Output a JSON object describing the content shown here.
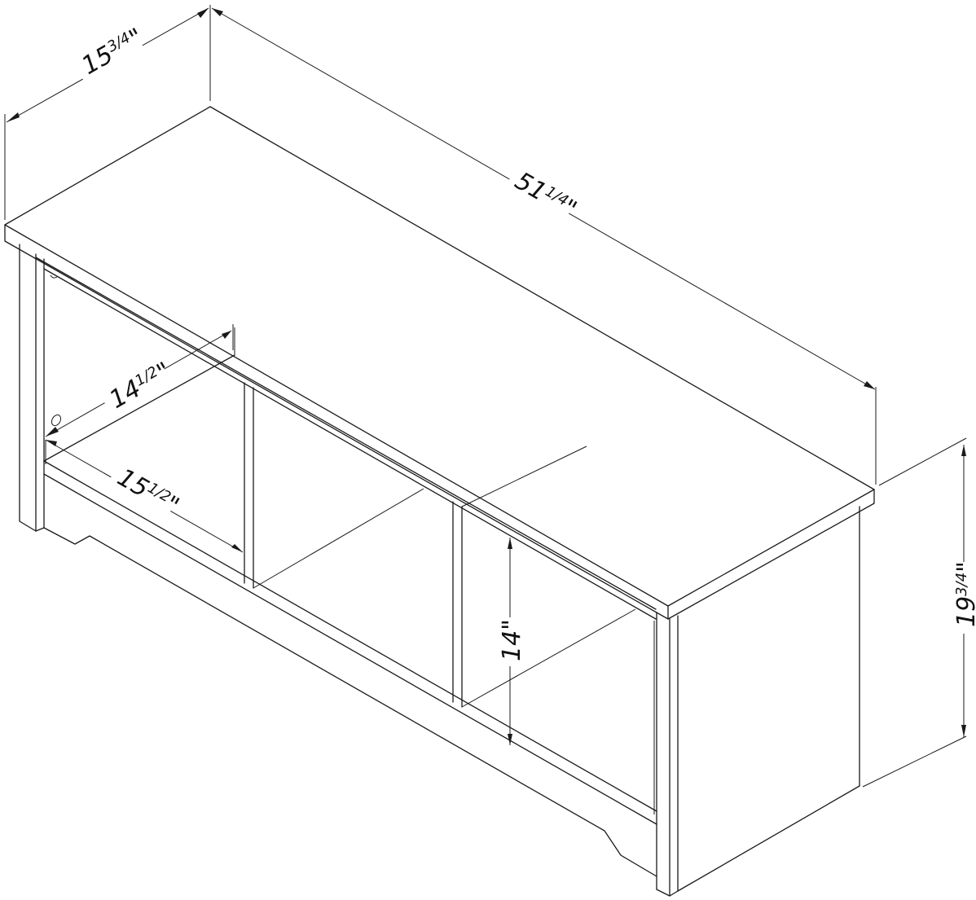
{
  "diagram": {
    "subject": "storage bench with three open cubbies",
    "style": "isometric line drawing",
    "colors": {
      "line": "#1a1a1a",
      "background": "#ffffff"
    },
    "dimensions": {
      "depth": {
        "whole": "15",
        "fraction": "3/4",
        "unit": "\"",
        "label": "15 3/4\""
      },
      "width": {
        "whole": "51",
        "fraction": "1/4",
        "unit": "\"",
        "label": "51 1/4\""
      },
      "height": {
        "whole": "19",
        "fraction": "3/4",
        "unit": "\"",
        "label": "19 3/4\""
      },
      "cubby_depth": {
        "whole": "14",
        "fraction": "1/2",
        "unit": "\"",
        "label": "14 1/2\""
      },
      "cubby_width": {
        "whole": "15",
        "fraction": "1/2",
        "unit": "\"",
        "label": "15 1/2\""
      },
      "cubby_height": {
        "whole": "14",
        "fraction": "",
        "unit": "\"",
        "label": "14\""
      }
    }
  }
}
